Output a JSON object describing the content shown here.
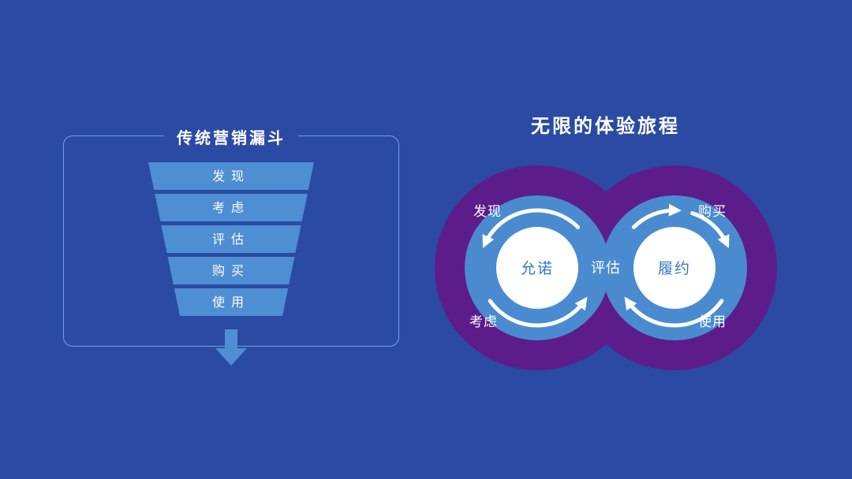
{
  "slide": {
    "background_color": "#2B4AA3"
  },
  "colors": {
    "stage_blue": "#4E8ED3",
    "arrow_blue": "#4E8ED3",
    "border_blue": "#6FA3DF",
    "purple": "#5C1D8A",
    "ring_blue": "#4A8BD0",
    "inner_circle_white": "#FFFFFF",
    "inner_label_blue": "#3278C2"
  },
  "funnel": {
    "title": "传统营销漏斗",
    "stages": [
      "发现",
      "考虑",
      "评估",
      "购买",
      "使用"
    ]
  },
  "journey": {
    "title": "无限的体验旅程",
    "center_label": "评估",
    "left_inner_label": "允诺",
    "right_inner_label": "履约",
    "outer_labels": {
      "top_left": "发现",
      "top_right": "购买",
      "bottom_left": "考虑",
      "bottom_right": "使用"
    }
  }
}
